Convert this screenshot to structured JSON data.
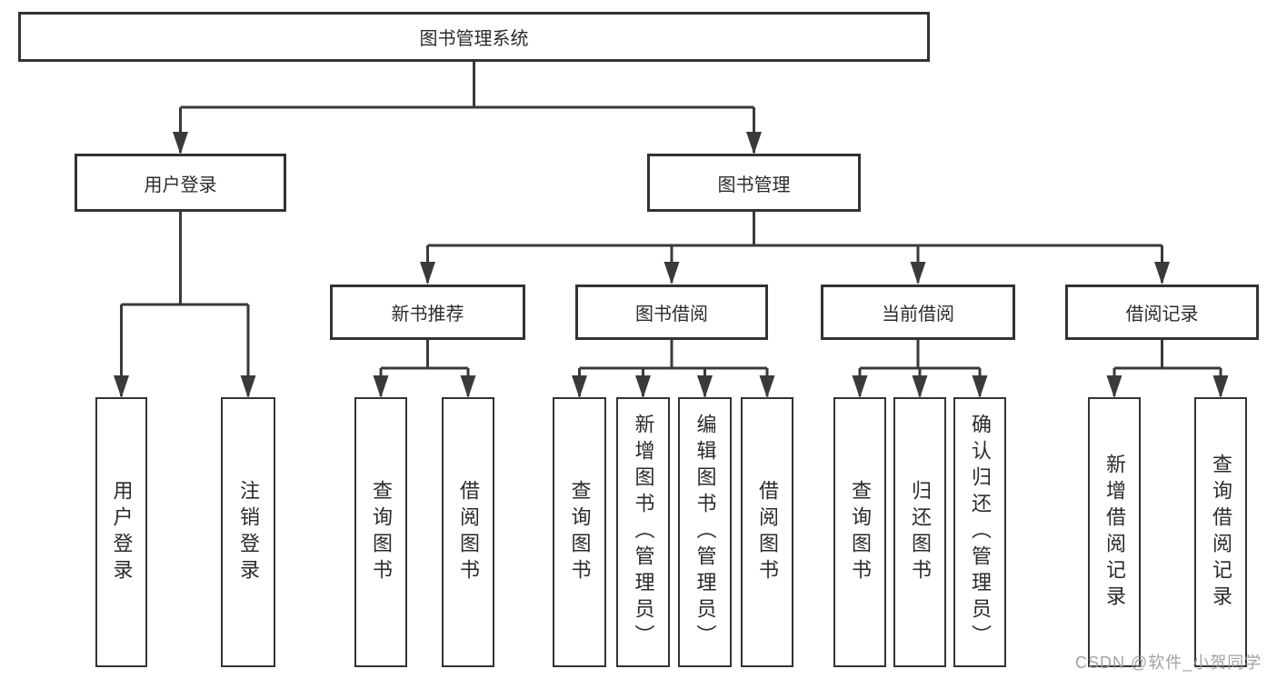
{
  "nodes": {
    "root": "图书管理系统",
    "user_login": "用户登录",
    "book_management": "图书管理",
    "new_book_recommend": "新书推荐",
    "book_borrow": "图书借阅",
    "current_borrow": "当前借阅",
    "borrow_record": "借阅记录",
    "login": "用户登录",
    "logout": "注销登录",
    "recommend_query_book": "查询图书",
    "recommend_borrow_book": "借阅图书",
    "borrow_query_book": "查询图书",
    "borrow_add_book": "新增图书（管理员）",
    "borrow_edit_book": "编辑图书（管理员）",
    "borrow_borrow_book": "借阅图书",
    "current_query_book": "查询图书",
    "current_return_book": "归还图书",
    "current_confirm_return": "确认归还（管理员）",
    "record_add": "新增借阅记录",
    "record_query": "查询借阅记录"
  },
  "watermark": "CSDN @软件_小贺同学",
  "colors": {
    "line": "#3a3a3a",
    "box_border": "#333333",
    "text": "#2b2b2b",
    "background": "#ffffff",
    "watermark": "#9b9b9b"
  }
}
